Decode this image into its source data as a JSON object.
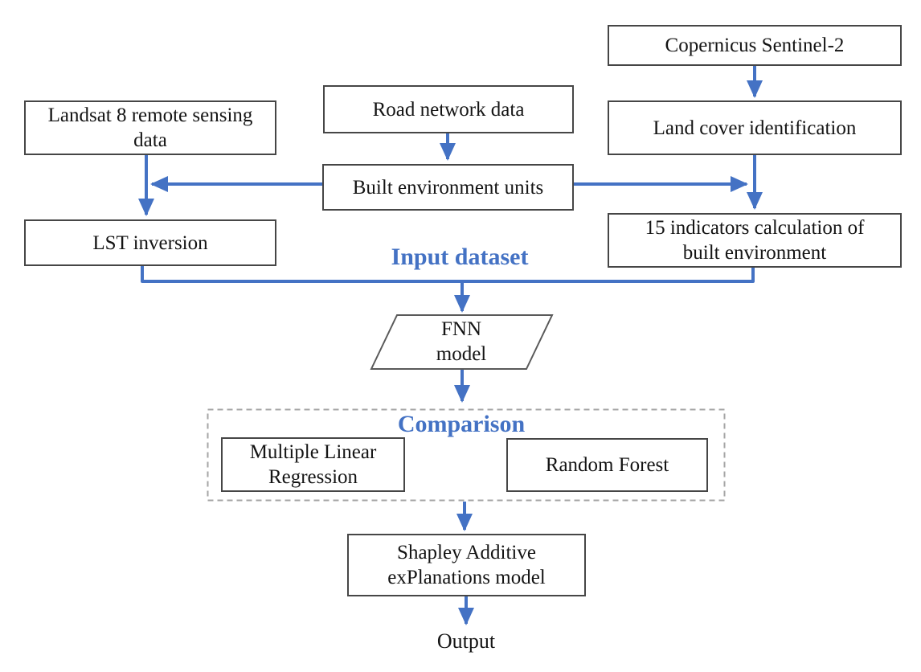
{
  "diagram": {
    "description": "Research methodology flowchart",
    "colors": {
      "accent_blue": "#4472C4",
      "box_border": "#464646",
      "dashed_border": "#A6A6A6",
      "text": "#141414",
      "background": "#FFFFFF"
    },
    "nodes": {
      "copernicus": {
        "label": "Copernicus Sentinel-2"
      },
      "road_network": {
        "label": "Road network data"
      },
      "landsat": {
        "label": "Landsat 8 remote sensing\ndata"
      },
      "land_cover": {
        "label": "Land cover identification"
      },
      "built_env": {
        "label": "Built environment units"
      },
      "lst_inversion": {
        "label": "LST inversion"
      },
      "indicators": {
        "label": "15 indicators calculation of\nbuilt environment"
      },
      "fnn": {
        "label": "FNN\nmodel"
      },
      "mlr": {
        "label": "Multiple Linear\nRegression"
      },
      "random_forest": {
        "label": "Random Forest"
      },
      "shap": {
        "label": "Shapley Additive\nexPlanations model"
      },
      "output": {
        "label": "Output"
      }
    },
    "annotations": {
      "input_dataset": "Input dataset",
      "comparison": "Comparison"
    }
  }
}
